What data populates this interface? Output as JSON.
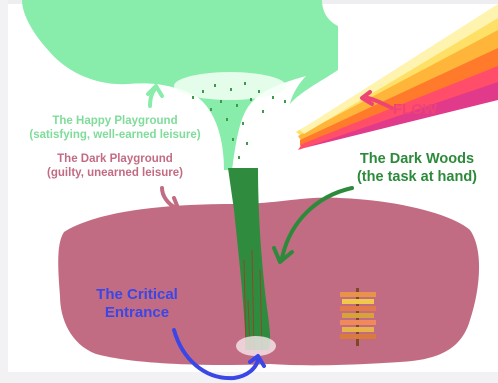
{
  "labels": {
    "happy_playground": "The Happy Playground",
    "happy_playground_sub": "(satisfying, well-earned leisure)",
    "dark_playground": "The Dark Playground",
    "dark_playground_sub": "(guilty, unearned leisure)",
    "dark_woods": "The Dark Woods",
    "dark_woods_sub": "(the task at hand)",
    "flow": "FLOW",
    "critical_entrance": "The Critical",
    "critical_entrance_sub": "Entrance"
  },
  "colors": {
    "happy_green": "#88ecaa",
    "dark_pink": "#c26c84",
    "woods_green": "#2c8a3a",
    "flow_pink": "#ee4475",
    "entrance_blue": "#3a46e6"
  }
}
